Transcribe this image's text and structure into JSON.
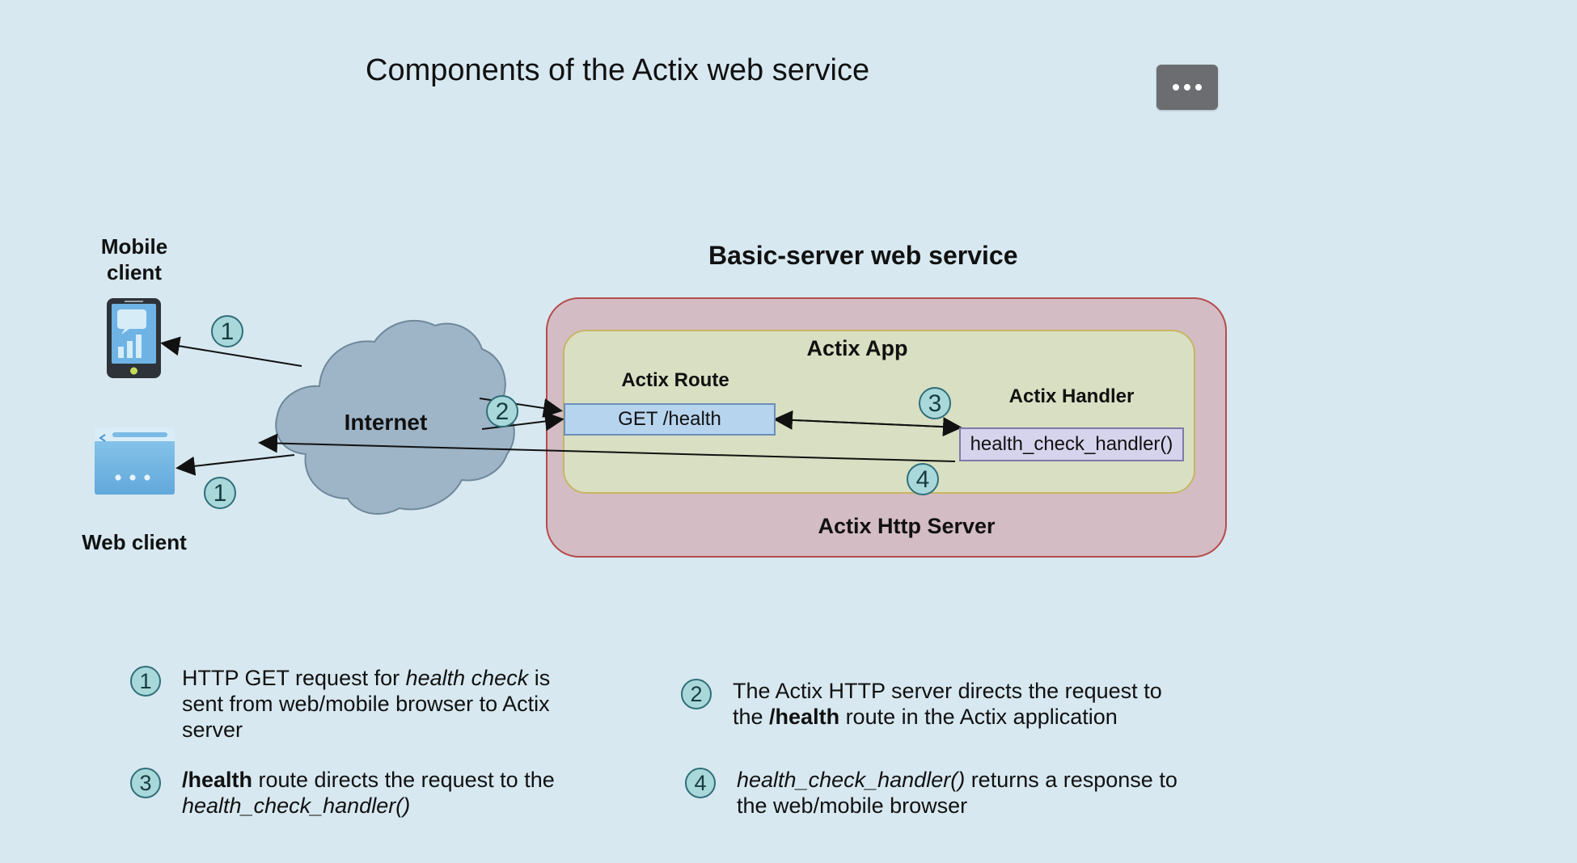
{
  "header": {
    "title": "Components of the Actix web service",
    "more_button_label": "..."
  },
  "diagram": {
    "service_title": "Basic-server web service",
    "mobile_client_line1": "Mobile",
    "mobile_client_line2": "client",
    "web_client_label": "Web client",
    "internet_label": "Internet",
    "actix_app_label": "Actix App",
    "actix_route_label": "Actix Route",
    "actix_handler_label": "Actix Handler",
    "route_box_text": "GET /health",
    "handler_box_text": "health_check_handler()",
    "http_server_label": "Actix Http Server",
    "markers": {
      "one_top": "1",
      "one_bottom": "1",
      "two": "2",
      "three": "3",
      "four": "4"
    }
  },
  "legend": {
    "items": [
      {
        "number": "1",
        "text_html": "HTTP GET request for <span class=\"em\">health check</span> is sent from web/mobile browser to Actix server"
      },
      {
        "number": "2",
        "text_html": "The Actix HTTP server directs the request to the <span class=\"strong\">/health</span> route in the Actix application"
      },
      {
        "number": "3",
        "text_html": "<span class=\"strong\">/health</span> route directs the request to the <span class=\"em\">health_check_handler()</span>"
      },
      {
        "number": "4",
        "text_html": "<span class=\"em\">health_check_handler()</span> returns a response to the web/mobile browser"
      }
    ]
  },
  "colors": {
    "background": "#d7e8f0",
    "server_fill": "#d3bcc4",
    "server_stroke": "#b74b4b",
    "app_fill": "#d9dfc2",
    "app_stroke": "#c7b663",
    "cloud_fill": "#9eb5c7",
    "cloud_stroke": "#6f889b",
    "marker_fill": "#a9d8db",
    "marker_stroke": "#2f6e79"
  }
}
